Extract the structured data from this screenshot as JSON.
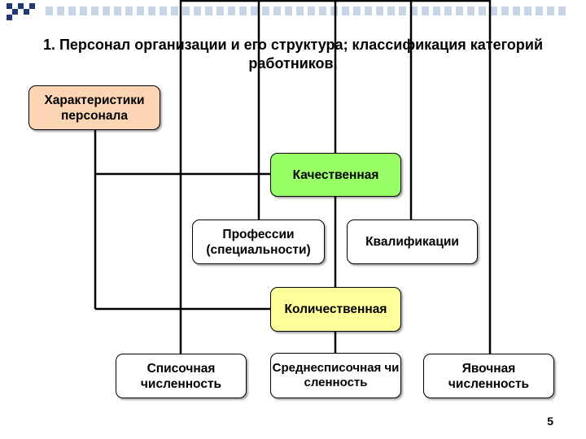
{
  "title": "1. Персонал организации и его структура; классификация категорий работников.",
  "colors": {
    "characteristics_fill": "#fcd5b5",
    "qualitative_fill": "#99ff66",
    "quantitative_fill": "#ffff99",
    "default_fill": "#ffffff",
    "deco_square": "#1f3a73"
  },
  "nodes": {
    "characteristics": "Характеристики персонала",
    "qualitative": "Качественная",
    "professions": "Профессии (специальности)",
    "qualifications": "Квалификации",
    "quantitative": "Количественная",
    "payroll": "Списочная численность",
    "average_payroll": "Среднесписочная численность",
    "attendance": "Явочная численность"
  },
  "page_number": "5"
}
